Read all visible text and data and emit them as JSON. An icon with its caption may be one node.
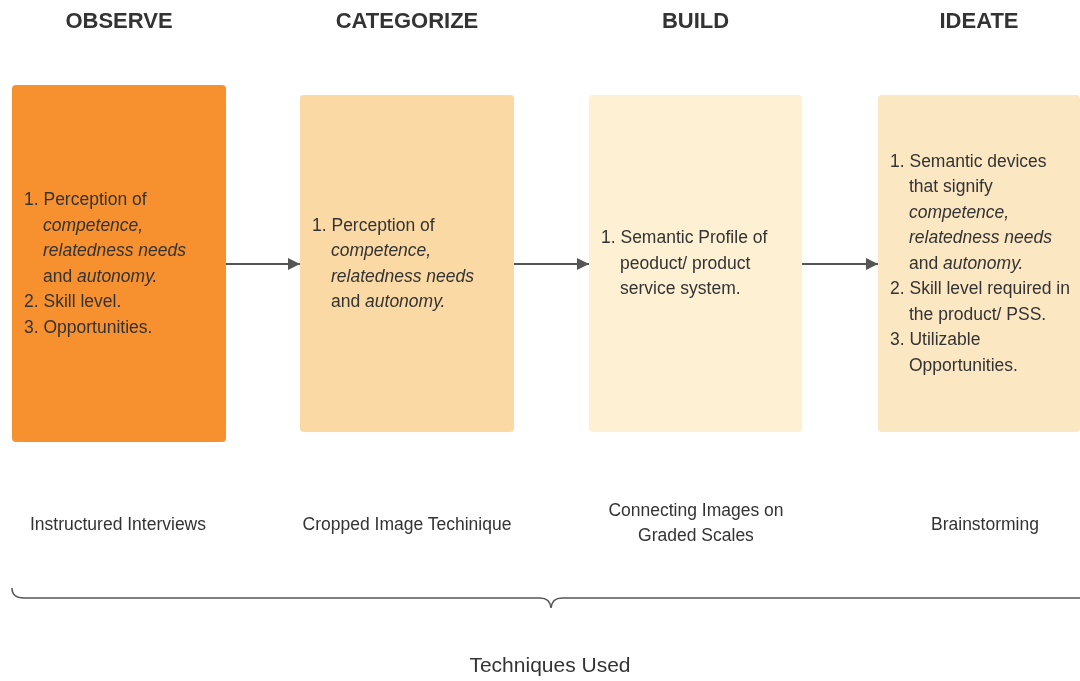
{
  "diagram": {
    "nodes": [
      {
        "text": [
          "OBSERVE",
          "1. Perception of *competence, relatedness needs* and *autonomy.*",
          "2. Skill level.",
          "3. Opportunities."
        ]
      },
      {
        "text": [
          "CATEGORIZE",
          "1. Perception of *competence, relatedness needs* and *autonomy.*"
        ]
      },
      {
        "text": [
          "BUILD",
          "1. Semantic Profile of peoduct/ product service system."
        ]
      },
      {
        "text": [
          "IDEATE",
          "1. Semantic devices that signify *competence, relatedness needs* and *autonomy.*",
          "2. Skill level required in the product/ PSS.",
          "3. Utilizable Opportunities."
        ]
      }
    ],
    "edges": [
      {
        "from": 0,
        "to": 1,
        "arrow": "to"
      },
      {
        "from": 1,
        "to": 2,
        "arrow": "to"
      },
      {
        "from": 2,
        "to": 3,
        "arrow": "to"
      }
    ],
    "labels": [
      "Instructured Interviews",
      "Cropped Image Techinique",
      "Connecting Images on Graded Scales",
      "Brainstorming",
      "Techniques Used"
    ]
  }
}
